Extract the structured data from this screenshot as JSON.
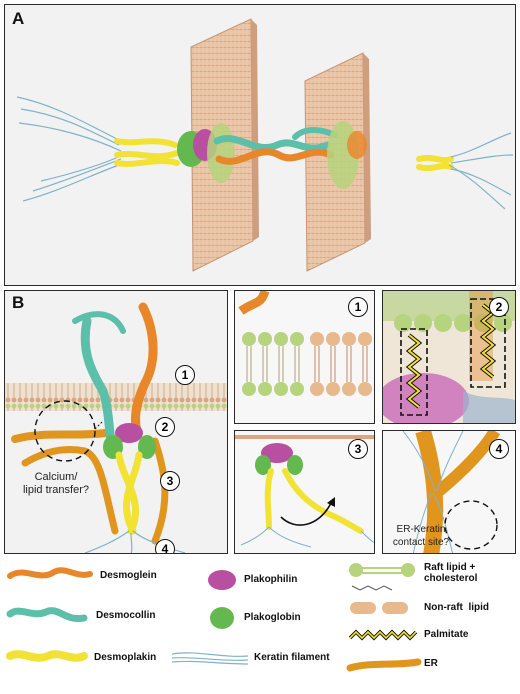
{
  "panels": {
    "a": {
      "label": "A"
    },
    "b": {
      "label": "B"
    }
  },
  "insets": [
    {
      "number": "1"
    },
    {
      "number": "2"
    },
    {
      "number": "3"
    },
    {
      "number": "4"
    }
  ],
  "callouts": {
    "calcium": "Calcium/\nlipid transfer?",
    "er_keratin": "ER-Keratin\ncontact site?"
  },
  "legend": {
    "desmoglein": "Desmoglein",
    "desmocollin": "Desmocollin",
    "desmoplakin": "Desmoplakin",
    "plakophilin": "Plakophilin",
    "plakoglobin": "Plakoglobin",
    "keratin": "Keratin filament",
    "raft_lipid": "Raft lipid +\ncholesterol",
    "non_raft": "Non-raft  lipid",
    "palmitate": "Palmitate",
    "er": "ER"
  },
  "colors": {
    "desmoglein": "#e8862a",
    "desmocollin": "#5bbfa9",
    "desmoplakin": "#f2e234",
    "plakophilin": "#b94fa0",
    "plakoglobin": "#63b84f",
    "keratin": "#7fb3c8",
    "raft": "#b6d37e",
    "nonraft": "#e9b98e",
    "er": "#e0961e",
    "membrane": "#d9a584"
  }
}
